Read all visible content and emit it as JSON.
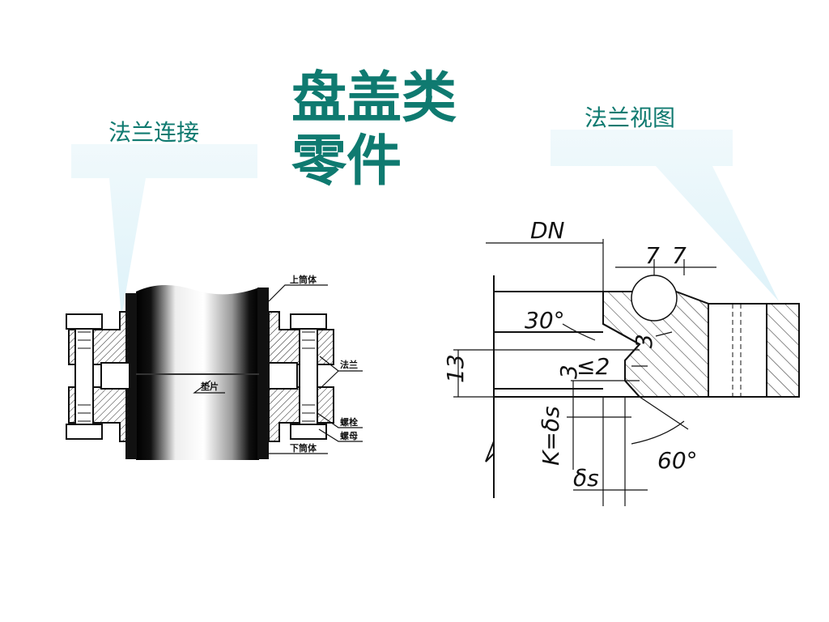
{
  "slide": {
    "title_line1": "盘盖类",
    "title_line2": "零件",
    "callout_left": "法兰连接",
    "callout_right": "法兰视图"
  },
  "left_drawing": {
    "labels": {
      "upper_body": "上筒体",
      "flange": "法兰",
      "gasket": "垫片",
      "bolt": "螺栓",
      "nut": "螺母",
      "lower_body": "下筒体"
    }
  },
  "right_drawing": {
    "dims": {
      "dn": "DN",
      "seven_a": "7",
      "seven_b": "7",
      "angle30": "30°",
      "three_a": "3",
      "three_b": "3",
      "le2": "≤2",
      "thirteen": "13",
      "k": "K=δs",
      "angle60": "60°",
      "delta_s": "δs"
    }
  },
  "colors": {
    "title": "#0f7a70",
    "callout_shape": "#e6f6fb"
  }
}
